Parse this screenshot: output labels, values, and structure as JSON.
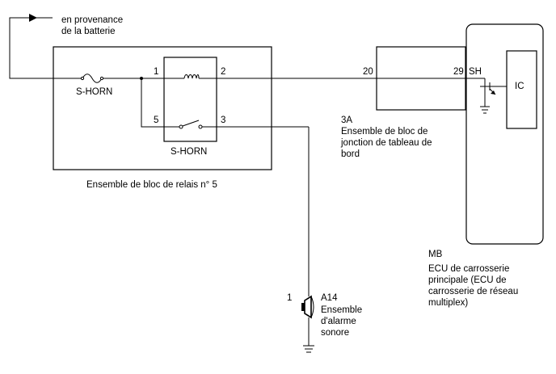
{
  "battery_label": [
    "en provenance",
    "de la batterie"
  ],
  "relay_block": {
    "fuse_label": "S-HORN",
    "relay_label": "S-HORN",
    "pins": {
      "p1": "1",
      "p2": "2",
      "p3": "3",
      "p5": "5"
    },
    "name": "Ensemble de bloc de relais n° 5"
  },
  "junction_block": {
    "pin": "20",
    "code": "3A",
    "name": [
      "Ensemble de bloc de",
      "jonction de tableau de",
      "bord"
    ]
  },
  "ecu": {
    "pin": "29",
    "signal": "SH",
    "ic_label": "IC",
    "code": "MB",
    "name": [
      "ECU de carrosserie",
      "principale (ECU de",
      "carrosserie de réseau",
      "multiplex)"
    ]
  },
  "horn": {
    "pin": "1",
    "code": "A14",
    "name": [
      "Ensemble",
      "d'alarme",
      "sonore"
    ]
  }
}
